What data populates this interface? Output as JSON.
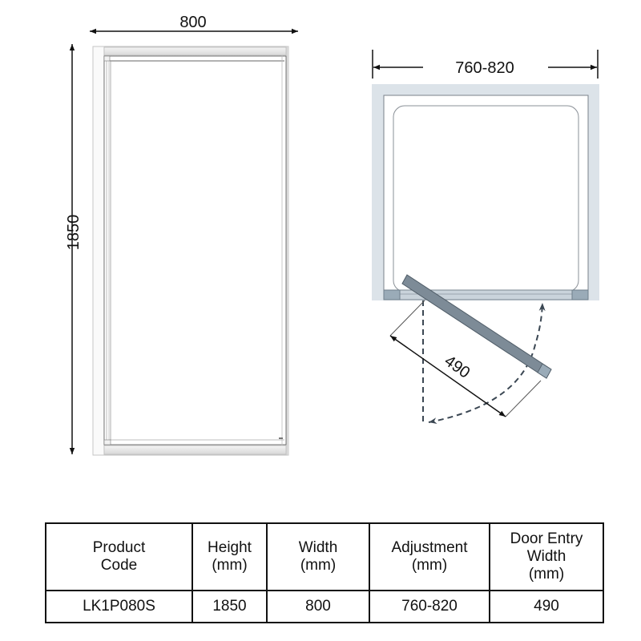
{
  "front_view": {
    "width_label": "800",
    "height_label": "1850"
  },
  "plan_view": {
    "adjustment_label": "760-820",
    "door_entry_label": "490"
  },
  "colors": {
    "wall": "#dce3e9",
    "profile": "#9aabb8",
    "door_panel": "#7d8b97",
    "line": "#111111",
    "frame": "#bfbfbf"
  },
  "table": {
    "headers": [
      {
        "lines": [
          "Product",
          "Code"
        ]
      },
      {
        "lines": [
          "Height",
          "(mm)"
        ]
      },
      {
        "lines": [
          "Width",
          "(mm)"
        ]
      },
      {
        "lines": [
          "Adjustment",
          "(mm)"
        ]
      },
      {
        "lines": [
          "Door Entry",
          "Width",
          "(mm)"
        ]
      }
    ],
    "rows": [
      [
        "LK1P080S",
        "1850",
        "800",
        "760-820",
        "490"
      ]
    ]
  }
}
